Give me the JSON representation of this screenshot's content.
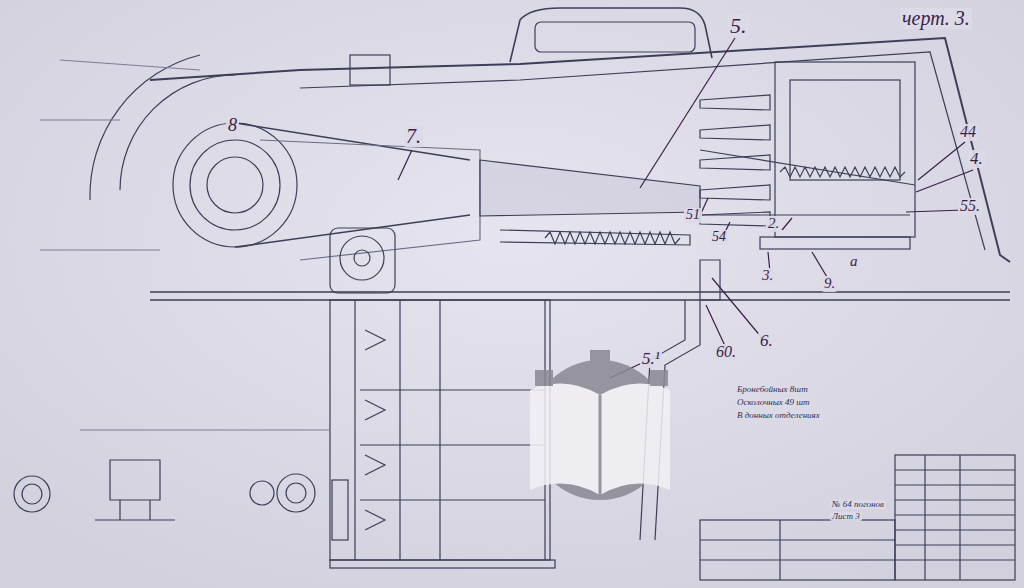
{
  "diagram": {
    "title": "черт. 3.",
    "labels": [
      "5.",
      "8",
      "7.",
      "44",
      "4.",
      "55.",
      "51",
      "54",
      "2.",
      "3.",
      "9.",
      "а",
      "6.",
      "60.",
      "5.¹",
      "Бронебойных 8шт",
      "Осколочных 49 шт",
      "В донных отделениях",
      "№ 64 погонов",
      "Лист 3"
    ]
  }
}
